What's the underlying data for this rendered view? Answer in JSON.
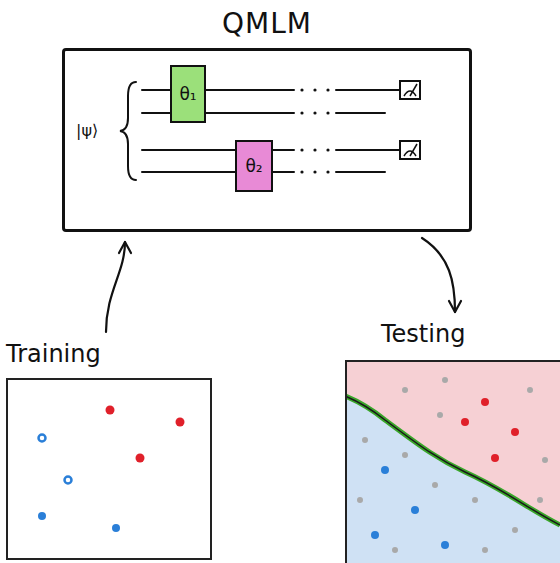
{
  "diagram": {
    "nodes": [
      {
        "text": [
          "QMLM",
          "|ψ⟩"
        ]
      },
      {
        "text": [
          "θ₁"
        ],
        "in": 0
      },
      {
        "text": [
          "θ₂"
        ],
        "in": 0
      },
      {
        "text": [
          "Training"
        ]
      },
      {
        "text": [
          "Testing"
        ]
      }
    ],
    "edges": [
      {
        "from": 3,
        "to": 0,
        "arrow": "to"
      },
      {
        "from": 0,
        "to": 4,
        "arrow": "to"
      }
    ]
  }
}
